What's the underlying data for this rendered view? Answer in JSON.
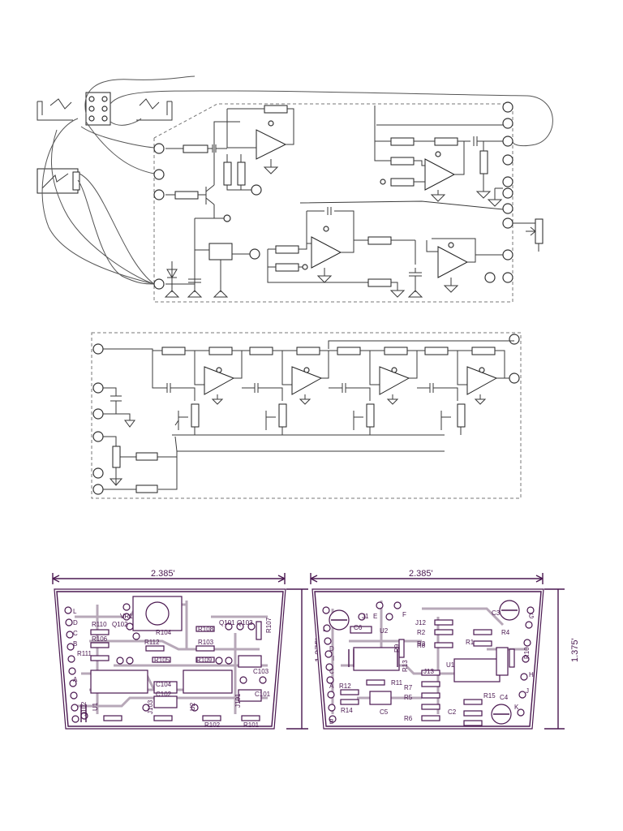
{
  "board_left": {
    "width_label": "2.385'",
    "height_label": "1.375'",
    "labels": [
      {
        "text": "R110"
      },
      {
        "text": "Q102"
      },
      {
        "text": "VR1"
      },
      {
        "text": "R106"
      },
      {
        "text": "R104"
      },
      {
        "text": "Q101"
      },
      {
        "text": "Q103"
      },
      {
        "text": "R107"
      },
      {
        "text": "R111"
      },
      {
        "text": "R112"
      },
      {
        "text": "R103"
      },
      {
        "text": "R108"
      },
      {
        "text": "R105"
      },
      {
        "text": "C104"
      },
      {
        "text": "C103"
      },
      {
        "text": "C102"
      },
      {
        "text": "C101"
      },
      {
        "text": "J103"
      },
      {
        "text": "J101"
      },
      {
        "text": "R109"
      },
      {
        "text": "R102"
      },
      {
        "text": "R101"
      },
      {
        "text": "U1"
      },
      {
        "text": "U2"
      },
      {
        "text": "J102"
      },
      {
        "text": "A"
      },
      {
        "text": "B"
      },
      {
        "text": "C"
      },
      {
        "text": "D"
      },
      {
        "text": "L"
      }
    ]
  },
  "board_right": {
    "width_label": "2.385'",
    "height_label": "1.375'",
    "labels": [
      {
        "text": "L"
      },
      {
        "text": "C6"
      },
      {
        "text": "J1"
      },
      {
        "text": "E"
      },
      {
        "text": "F"
      },
      {
        "text": "U2"
      },
      {
        "text": "J12"
      },
      {
        "text": "R2"
      },
      {
        "text": "R3"
      },
      {
        "text": "C3"
      },
      {
        "text": "R4"
      },
      {
        "text": "R1"
      },
      {
        "text": "R8"
      },
      {
        "text": "R9"
      },
      {
        "text": "G"
      },
      {
        "text": "U1"
      },
      {
        "text": "R12"
      },
      {
        "text": "R11"
      },
      {
        "text": "R13"
      },
      {
        "text": "J13"
      },
      {
        "text": "R7"
      },
      {
        "text": "R5"
      },
      {
        "text": "R6"
      },
      {
        "text": "R14"
      },
      {
        "text": "C5"
      },
      {
        "text": "R15"
      },
      {
        "text": "C2"
      },
      {
        "text": "C4"
      },
      {
        "text": "K"
      },
      {
        "text": "R10"
      },
      {
        "text": "A"
      },
      {
        "text": "B"
      },
      {
        "text": "C"
      },
      {
        "text": "D"
      },
      {
        "text": "I"
      },
      {
        "text": "H"
      },
      {
        "text": "J"
      }
    ]
  }
}
